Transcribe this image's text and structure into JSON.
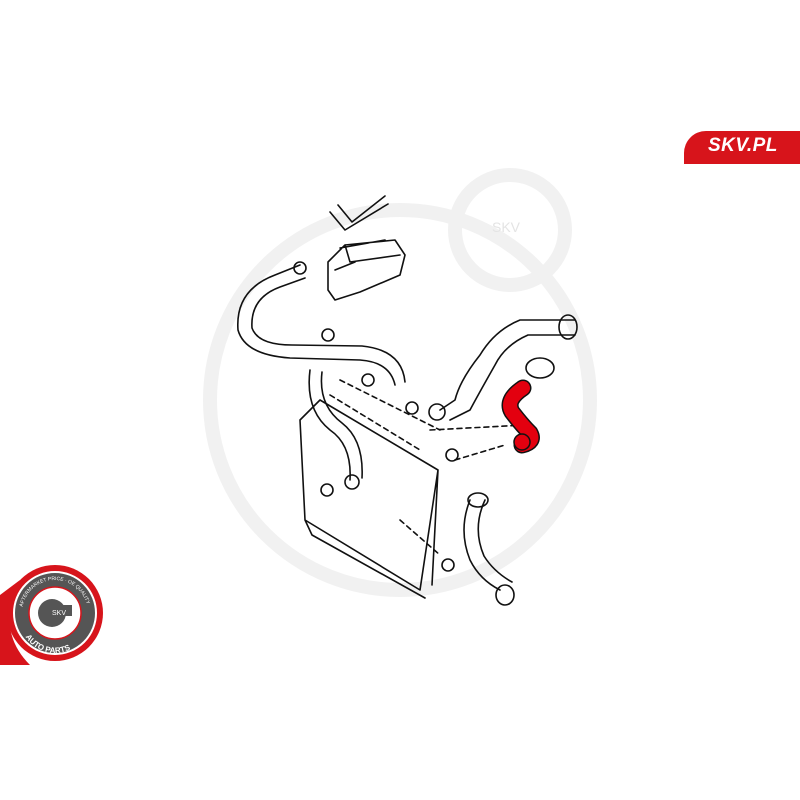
{
  "brand": {
    "logo_text": "SKV.PL",
    "badge_top_text": "AFTERMARKET PRICE · OE QUALITY",
    "badge_center_text": "SKV",
    "badge_bottom_text": "AUTO PARTS",
    "watermark_text": "SKV",
    "accent_color": "#d7141b"
  },
  "diagram": {
    "highlighted_part": "radiator-hose",
    "highlight_color": "#e3000f"
  }
}
